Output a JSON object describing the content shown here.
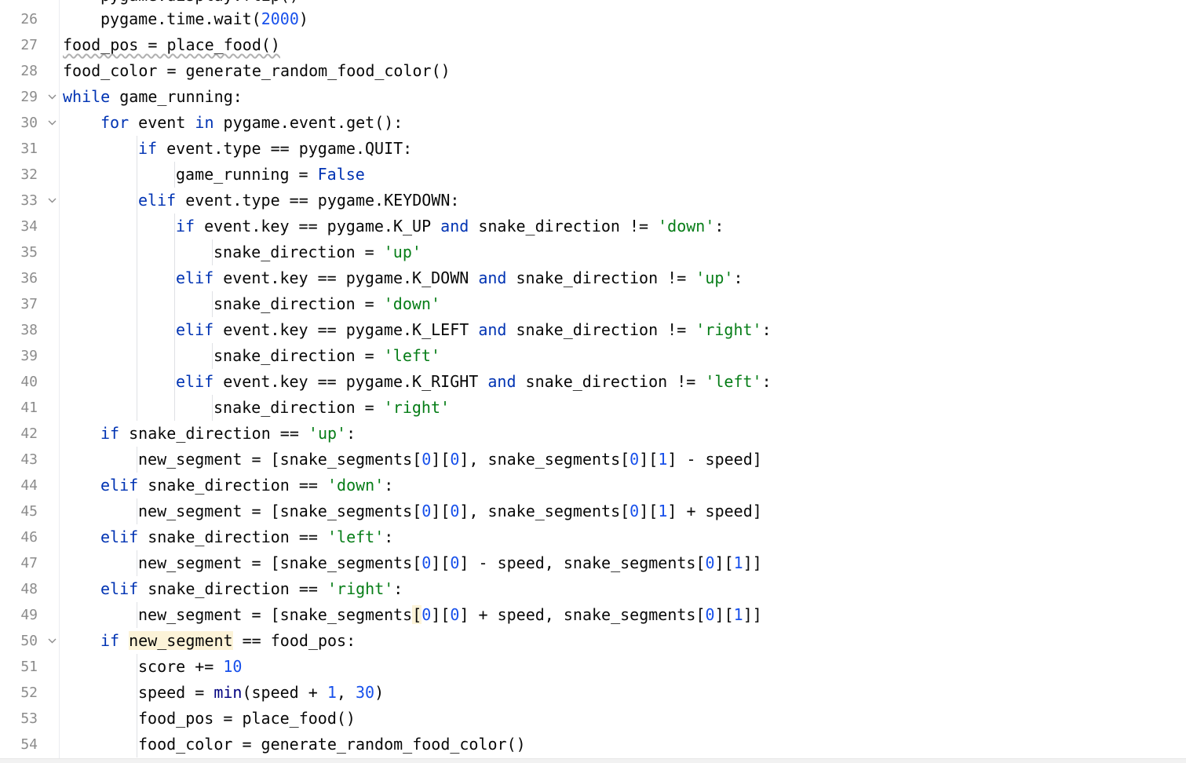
{
  "editor": {
    "partial_top_line": "pygame.display.flip()",
    "lines": [
      {
        "n": "26",
        "indent": 1,
        "tokens": [
          {
            "t": "pygame.time.wait("
          },
          {
            "t": "2000",
            "c": "num"
          },
          {
            "t": ")"
          }
        ]
      },
      {
        "n": "27",
        "indent": 0,
        "tokens": [
          {
            "t": "food_pos = place_food()",
            "c": "squiggle"
          }
        ]
      },
      {
        "n": "28",
        "indent": 0,
        "tokens": [
          {
            "t": "food_color = generate_random_food_color()"
          }
        ]
      },
      {
        "n": "29",
        "indent": 0,
        "fold": true,
        "tokens": [
          {
            "t": "while",
            "c": "kw"
          },
          {
            "t": " game_running:"
          }
        ]
      },
      {
        "n": "30",
        "indent": 1,
        "fold": true,
        "tokens": [
          {
            "t": "for",
            "c": "kw"
          },
          {
            "t": " event "
          },
          {
            "t": "in",
            "c": "kw"
          },
          {
            "t": " pygame.event.get():"
          }
        ]
      },
      {
        "n": "31",
        "indent": 2,
        "tokens": [
          {
            "t": "if",
            "c": "kw"
          },
          {
            "t": " event.type == pygame.QUIT:"
          }
        ]
      },
      {
        "n": "32",
        "indent": 3,
        "tokens": [
          {
            "t": "game_running = "
          },
          {
            "t": "False",
            "c": "kw"
          }
        ]
      },
      {
        "n": "33",
        "indent": 2,
        "fold": true,
        "tokens": [
          {
            "t": "elif",
            "c": "kw"
          },
          {
            "t": " event.type == pygame.KEYDOWN:"
          }
        ]
      },
      {
        "n": "34",
        "indent": 3,
        "tokens": [
          {
            "t": "if",
            "c": "kw"
          },
          {
            "t": " event.key == pygame.K_UP "
          },
          {
            "t": "and",
            "c": "kw"
          },
          {
            "t": " snake_direction != "
          },
          {
            "t": "'down'",
            "c": "str"
          },
          {
            "t": ":"
          }
        ]
      },
      {
        "n": "35",
        "indent": 4,
        "tokens": [
          {
            "t": "snake_direction = "
          },
          {
            "t": "'up'",
            "c": "str"
          }
        ]
      },
      {
        "n": "36",
        "indent": 3,
        "tokens": [
          {
            "t": "elif",
            "c": "kw"
          },
          {
            "t": " event.key == pygame.K_DOWN "
          },
          {
            "t": "and",
            "c": "kw"
          },
          {
            "t": " snake_direction != "
          },
          {
            "t": "'up'",
            "c": "str"
          },
          {
            "t": ":"
          }
        ]
      },
      {
        "n": "37",
        "indent": 4,
        "tokens": [
          {
            "t": "snake_direction = "
          },
          {
            "t": "'down'",
            "c": "str"
          }
        ]
      },
      {
        "n": "38",
        "indent": 3,
        "tokens": [
          {
            "t": "elif",
            "c": "kw"
          },
          {
            "t": " event.key == pygame.K_LEFT "
          },
          {
            "t": "and",
            "c": "kw"
          },
          {
            "t": " snake_direction != "
          },
          {
            "t": "'right'",
            "c": "str"
          },
          {
            "t": ":"
          }
        ]
      },
      {
        "n": "39",
        "indent": 4,
        "tokens": [
          {
            "t": "snake_direction = "
          },
          {
            "t": "'left'",
            "c": "str"
          }
        ]
      },
      {
        "n": "40",
        "indent": 3,
        "tokens": [
          {
            "t": "elif",
            "c": "kw"
          },
          {
            "t": " event.key == pygame.K_RIGHT "
          },
          {
            "t": "and",
            "c": "kw"
          },
          {
            "t": " snake_direction != "
          },
          {
            "t": "'left'",
            "c": "str"
          },
          {
            "t": ":"
          }
        ]
      },
      {
        "n": "41",
        "indent": 4,
        "tokens": [
          {
            "t": "snake_direction = "
          },
          {
            "t": "'right'",
            "c": "str"
          }
        ]
      },
      {
        "n": "42",
        "indent": 1,
        "tokens": [
          {
            "t": "if",
            "c": "kw"
          },
          {
            "t": " snake_direction == "
          },
          {
            "t": "'up'",
            "c": "str"
          },
          {
            "t": ":"
          }
        ]
      },
      {
        "n": "43",
        "indent": 2,
        "tokens": [
          {
            "t": "new_segment = [snake_segments["
          },
          {
            "t": "0",
            "c": "num"
          },
          {
            "t": "]["
          },
          {
            "t": "0",
            "c": "num"
          },
          {
            "t": "], snake_segments["
          },
          {
            "t": "0",
            "c": "num"
          },
          {
            "t": "]["
          },
          {
            "t": "1",
            "c": "num"
          },
          {
            "t": "] - speed]"
          }
        ]
      },
      {
        "n": "44",
        "indent": 1,
        "tokens": [
          {
            "t": "elif",
            "c": "kw"
          },
          {
            "t": " snake_direction == "
          },
          {
            "t": "'down'",
            "c": "str"
          },
          {
            "t": ":"
          }
        ]
      },
      {
        "n": "45",
        "indent": 2,
        "tokens": [
          {
            "t": "new_segment = [snake_segments["
          },
          {
            "t": "0",
            "c": "num"
          },
          {
            "t": "]["
          },
          {
            "t": "0",
            "c": "num"
          },
          {
            "t": "], snake_segments["
          },
          {
            "t": "0",
            "c": "num"
          },
          {
            "t": "]["
          },
          {
            "t": "1",
            "c": "num"
          },
          {
            "t": "] + speed]"
          }
        ]
      },
      {
        "n": "46",
        "indent": 1,
        "tokens": [
          {
            "t": "elif",
            "c": "kw"
          },
          {
            "t": " snake_direction == "
          },
          {
            "t": "'left'",
            "c": "str"
          },
          {
            "t": ":"
          }
        ]
      },
      {
        "n": "47",
        "indent": 2,
        "tokens": [
          {
            "t": "new_segment = [snake_segments["
          },
          {
            "t": "0",
            "c": "num"
          },
          {
            "t": "]["
          },
          {
            "t": "0",
            "c": "num"
          },
          {
            "t": "] - speed, snake_segments["
          },
          {
            "t": "0",
            "c": "num"
          },
          {
            "t": "]["
          },
          {
            "t": "1",
            "c": "num"
          },
          {
            "t": "]]"
          }
        ]
      },
      {
        "n": "48",
        "indent": 1,
        "tokens": [
          {
            "t": "elif",
            "c": "kw"
          },
          {
            "t": " snake_direction == "
          },
          {
            "t": "'right'",
            "c": "str"
          },
          {
            "t": ":"
          }
        ]
      },
      {
        "n": "49",
        "indent": 2,
        "tokens": [
          {
            "t": "new_segment = [snake_segments"
          },
          {
            "t": "[",
            "c": "hl"
          },
          {
            "t": "0",
            "c": "num"
          },
          {
            "t": "]["
          },
          {
            "t": "0",
            "c": "num"
          },
          {
            "t": "] + speed, snake_segments["
          },
          {
            "t": "0",
            "c": "num"
          },
          {
            "t": "]["
          },
          {
            "t": "1",
            "c": "num"
          },
          {
            "t": "]]"
          }
        ]
      },
      {
        "n": "50",
        "indent": 1,
        "fold": true,
        "tokens": [
          {
            "t": "if",
            "c": "kw"
          },
          {
            "t": " "
          },
          {
            "t": "new_segment",
            "c": "hl"
          },
          {
            "t": " == food_pos:"
          }
        ]
      },
      {
        "n": "51",
        "indent": 2,
        "tokens": [
          {
            "t": "score += "
          },
          {
            "t": "10",
            "c": "num"
          }
        ]
      },
      {
        "n": "52",
        "indent": 2,
        "tokens": [
          {
            "t": "speed = "
          },
          {
            "t": "min",
            "c": "bi"
          },
          {
            "t": "(speed + "
          },
          {
            "t": "1",
            "c": "num"
          },
          {
            "t": ", "
          },
          {
            "t": "30",
            "c": "num"
          },
          {
            "t": ")"
          }
        ]
      },
      {
        "n": "53",
        "indent": 2,
        "tokens": [
          {
            "t": "food_pos = place_food()"
          }
        ]
      },
      {
        "n": "54",
        "indent": 2,
        "tokens": [
          {
            "t": "food_color = generate_random_food_color()"
          }
        ]
      }
    ]
  }
}
